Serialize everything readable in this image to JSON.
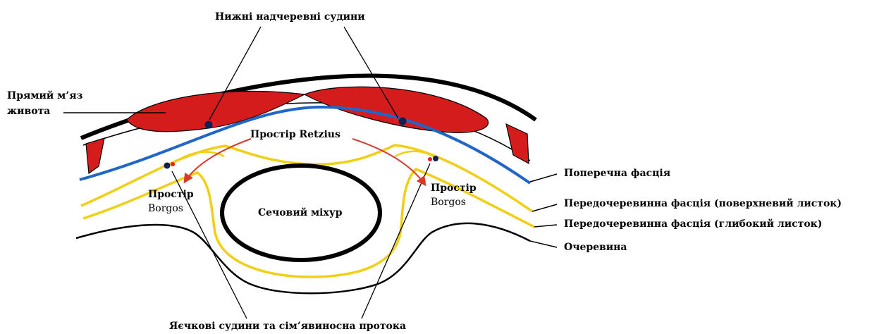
{
  "labels": {
    "inferior_epigastric_vessels": "Нижні надчеревні судини",
    "rectus_muscle_line1": "Прямий м’яз",
    "rectus_muscle_line2": "живота",
    "retzius_space": "Простір Retzius",
    "borgos_left_line1": "Простір",
    "borgos_left_line2": "Borgos",
    "borgos_right_line1": "Простір",
    "borgos_right_line2": "Borgos",
    "bladder": "Сечовий міхур",
    "transversalis_fascia": "Поперечна фасція",
    "preperitoneal_superficial": "Передочеревинна фасція (поверхневий листок)",
    "preperitoneal_deep": "Передочеревинна фасція (глибокий листок)",
    "peritoneum": "Очеревина",
    "spermatic_vessels": "Яєчкові судини та сім’явиносна протока"
  },
  "colors": {
    "muscle_fill": "#d41c1c",
    "transversalis": "#1f66c8",
    "preperitoneal": "#f2cf17",
    "outline": "#000000",
    "arrow": "#d83a2a",
    "vessel_dark": "#102050",
    "vessel_red": "#e02020"
  }
}
